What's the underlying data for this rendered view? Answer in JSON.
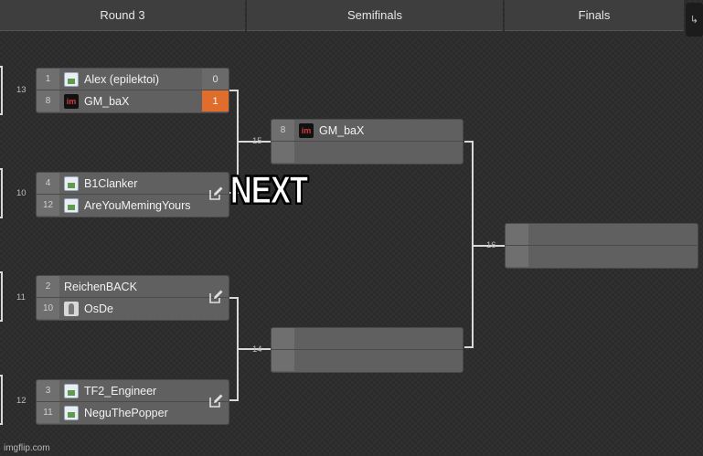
{
  "header": {
    "round3": "Round 3",
    "semifinals": "Semifinals",
    "finals": "Finals",
    "side_button_icon": "collapse-icon"
  },
  "round3": {
    "match13": {
      "num": "13",
      "p1": {
        "seed": "1",
        "name": "Alex (epilektoi)",
        "score": "0"
      },
      "p2": {
        "seed": "8",
        "name": "GM_baX",
        "score": "1"
      }
    },
    "match10": {
      "num": "10",
      "p1": {
        "seed": "4",
        "name": "B1Clanker"
      },
      "p2": {
        "seed": "12",
        "name": "AreYouMemingYours"
      }
    },
    "match11": {
      "num": "11",
      "p1": {
        "seed": "2",
        "name": "ReichenBACK"
      },
      "p2": {
        "seed": "10",
        "name": "OsDe"
      }
    },
    "match12": {
      "num": "12",
      "p1": {
        "seed": "3",
        "name": "TF2_Engineer"
      },
      "p2": {
        "seed": "11",
        "name": "NeguThePopper"
      }
    }
  },
  "semifinals": {
    "match15": {
      "num": "15",
      "p1": {
        "seed": "8",
        "name": "GM_baX"
      }
    },
    "match14": {
      "num": "14"
    }
  },
  "finals": {
    "match16": {
      "num": "16"
    }
  },
  "colors": {
    "winner_score": "#e06d2b",
    "background": "#2b2b2b",
    "card": "#606060"
  },
  "overlay_text": "NEXT",
  "watermark": "imgflip.com"
}
